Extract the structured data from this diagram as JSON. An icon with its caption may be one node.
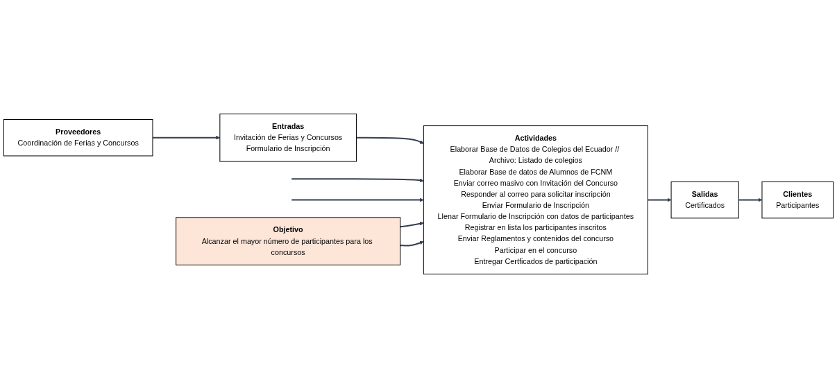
{
  "diagram": {
    "nodes": [
      {
        "text": [
          "Proveedores",
          "Coordinación de Ferias y Concursos"
        ]
      },
      {
        "text": [
          "Entradas",
          "Invitación de Ferias y Concursos",
          "Formulario de Inscripción"
        ]
      },
      {
        "text": [
          "Actividades",
          "Elaborar Base de Datos de Colegios del Ecuador // Archivo: Listado de colegios",
          "Elaborar Base de datos de Alumnos de FCNM",
          "Enviar correo masivo con Invitación del Concurso",
          "Responder al correo para solicitar inscripción",
          "Enviar Formulario de Inscripción",
          "Llenar Formulario de Inscripción con datos de participantes",
          "Registrar en lista los participantes inscritos",
          "Enviar Reglamentos y contenidos del concurso",
          "Participar en el concurso",
          "Entregar Certficados de participación"
        ]
      },
      {
        "text": [
          "Clientes",
          "Participantes"
        ]
      },
      {
        "text": [
          "Salidas",
          "Certificados"
        ]
      },
      {
        "text": [
          "Objetivo",
          "Alcanzar el mayor número de participantes para los concursos"
        ]
      }
    ],
    "edges": [
      {
        "from": 0,
        "to": 1,
        "arrow": "to"
      },
      {
        "from": 1,
        "to": 2,
        "arrow": "to"
      },
      {
        "from": 2,
        "to": 4,
        "arrow": "to"
      },
      {
        "from": 4,
        "to": 3,
        "arrow": "to"
      },
      {
        "from": null,
        "to": 2,
        "arrow": "to"
      },
      {
        "from": null,
        "to": 2,
        "arrow": "to"
      },
      {
        "from": 5,
        "to": 2,
        "arrow": "to"
      },
      {
        "from": 5,
        "to": 2,
        "arrow": "to"
      }
    ]
  }
}
